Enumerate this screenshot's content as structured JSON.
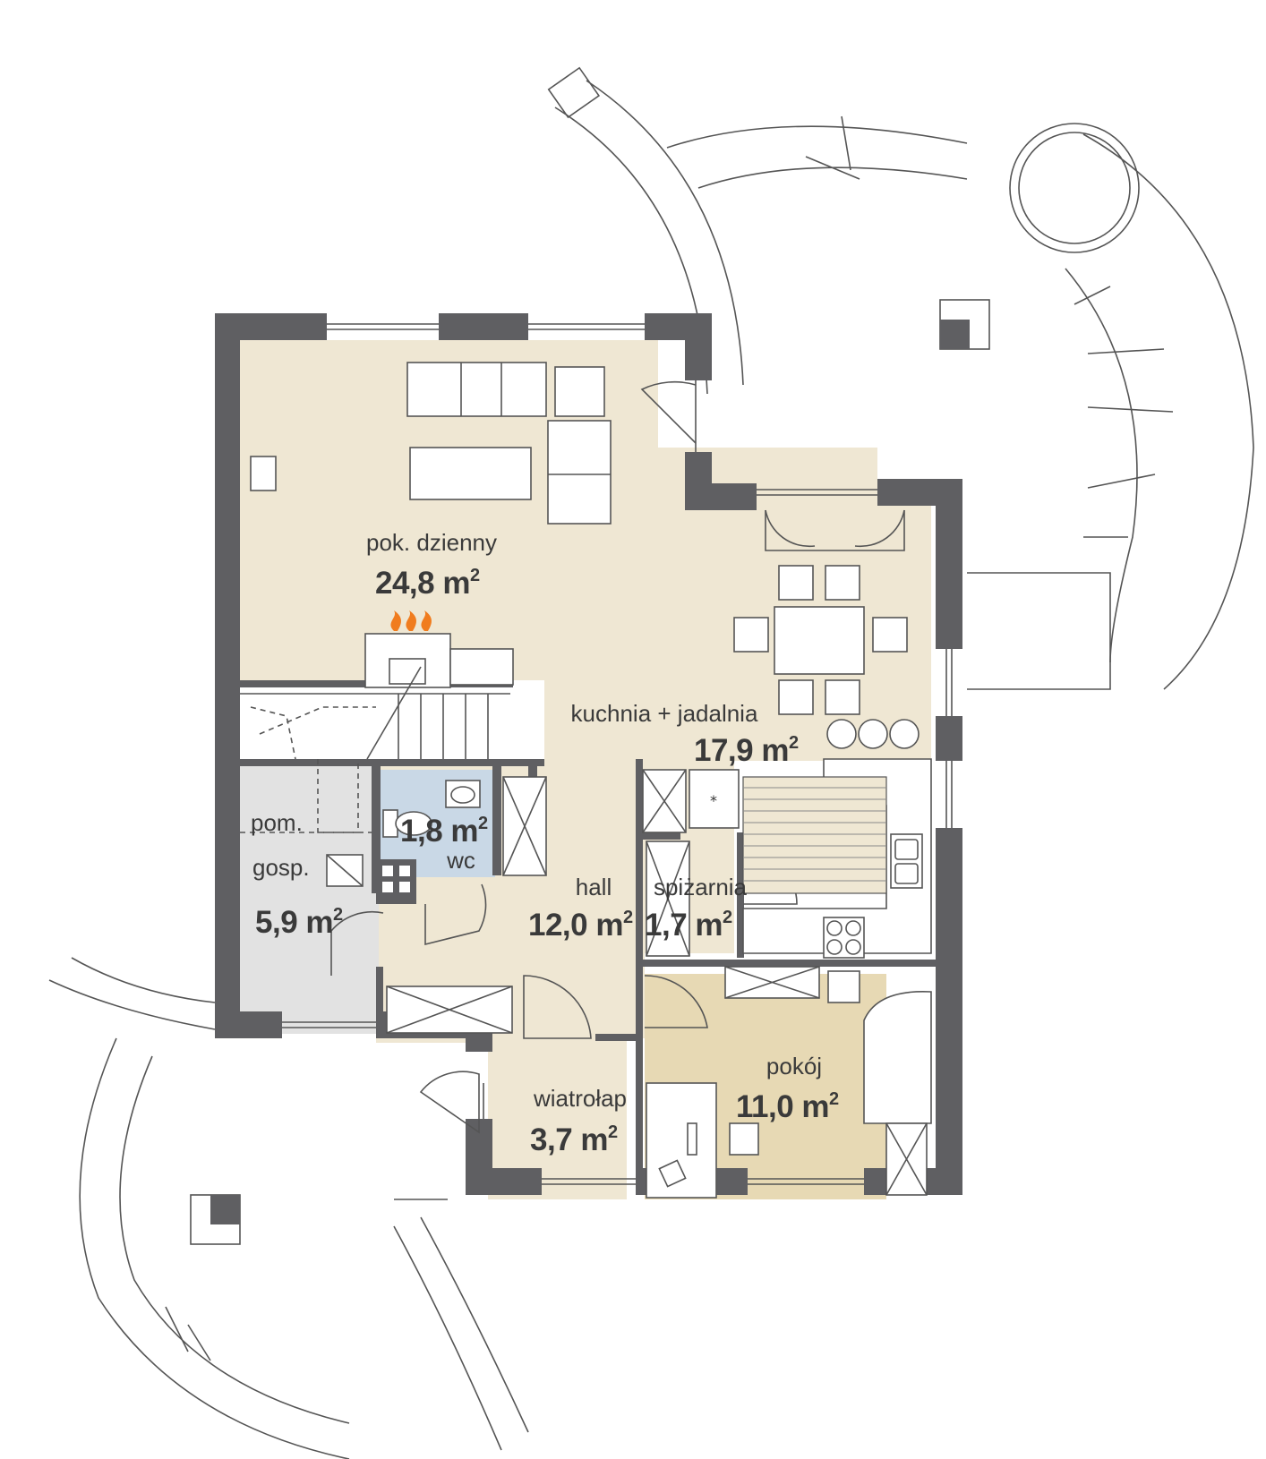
{
  "rooms": {
    "living": {
      "name": "pok. dzienny",
      "area": "24,8 m",
      "unit_sup": "2"
    },
    "kitchen": {
      "name": "kuchnia + jadalnia",
      "area": "17,9 m",
      "unit_sup": "2"
    },
    "utility": {
      "name_line1": "pom.",
      "name_line2": "gosp.",
      "area": "5,9 m",
      "unit_sup": "2"
    },
    "wc": {
      "name": "wc",
      "area": "1,8 m",
      "unit_sup": "2"
    },
    "hall": {
      "name": "hall",
      "area": "12,0 m",
      "unit_sup": "2"
    },
    "pantry": {
      "name": "spiżarnia",
      "area": "1,7 m",
      "unit_sup": "2"
    },
    "vestibule": {
      "name": "wiatrołap",
      "area": "3,7 m",
      "unit_sup": "2"
    },
    "room": {
      "name": "pokój",
      "area": "11,0 m",
      "unit_sup": "2"
    }
  },
  "colors": {
    "wall": "#5f5f62",
    "living_floor": "#efe7d3",
    "utility_floor": "#e2e2e2",
    "wc_floor": "#c9d8e6",
    "room_floor": "#e7d9b4",
    "fire": "#f07c1e"
  },
  "icons": {
    "fireplace": "fireplace-icon",
    "stove": "stove-icon",
    "sink": "sink-icon",
    "toilet": "toilet-icon"
  }
}
